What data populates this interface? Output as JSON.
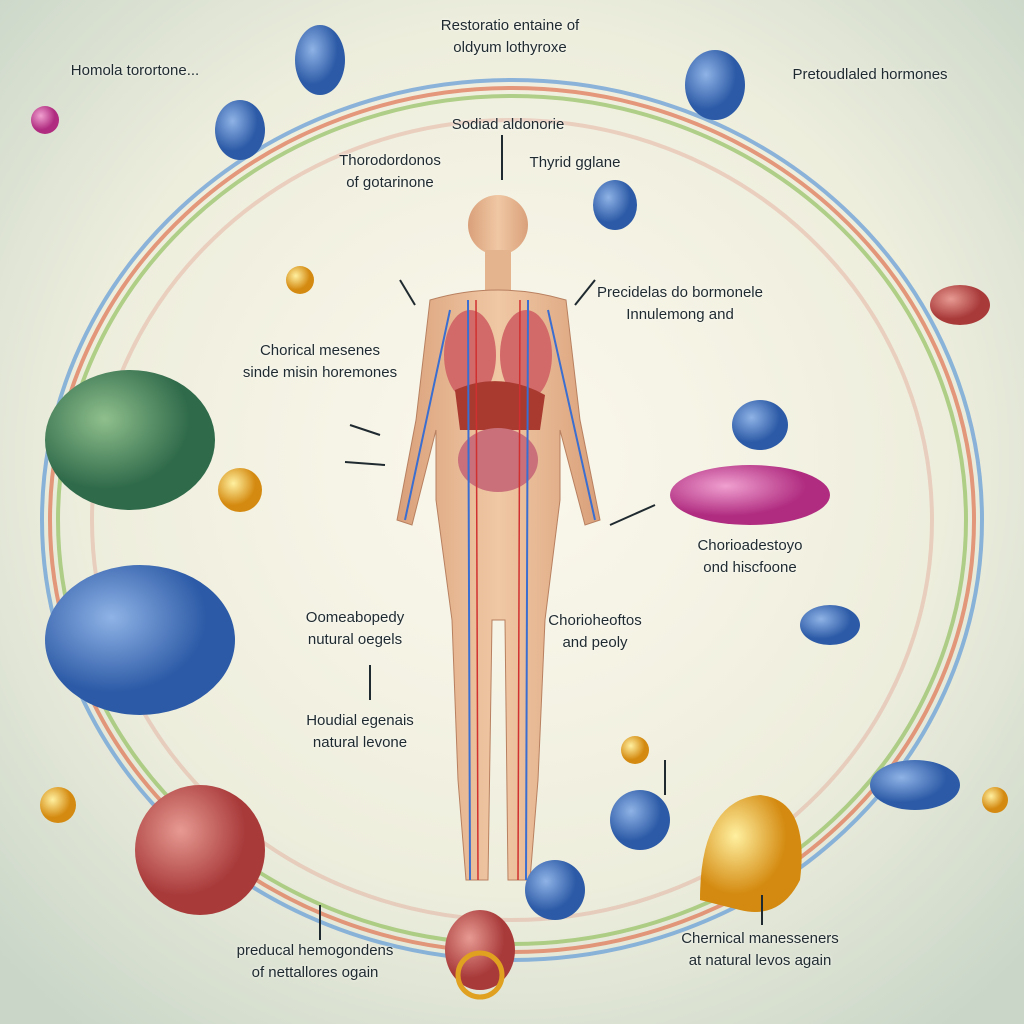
{
  "labels": {
    "top_left": "Homola torortone...",
    "top_center_1": "Restoratio entaine of",
    "top_center_2": "oldyum lothyroxe",
    "top_right": "Pretoudlaled hormones",
    "sodiad": "Sodiad aldonorie",
    "thorodordonos_1": "Thorodordonos",
    "thorodordonos_2": "of gotarinone",
    "thyrid": "Thyrid gglane",
    "precidelas_1": "Precidelas do bormonele",
    "precidelas_2": "Innulemong and",
    "chemical_left_1": "Chorical mesenes",
    "chemical_left_2": "sinde misin horemones",
    "chorioadest_1": "Chorioadestoyo",
    "chorioadest_2": "ond hiscfoone",
    "oomea_1": "Oomeabopedy",
    "oomea_2": "nutural oegels",
    "choriohe_1": "Chorioheoftos",
    "choriohe_2": "and peoly",
    "houdial_1": "Houdial egenais",
    "houdial_2": "natural levone",
    "preducal_1": "preducal hemogondens",
    "preducal_2": "of nettallores ogain",
    "chernical_1": "Chernical manesseners",
    "chernical_2": "at natural levos again"
  },
  "colors": {
    "background": "#e2e8da",
    "molecule_blue": "#3d6fb8",
    "gland_red": "#c0544a",
    "gold": "#e8a820",
    "skin": "#e0b08a"
  }
}
